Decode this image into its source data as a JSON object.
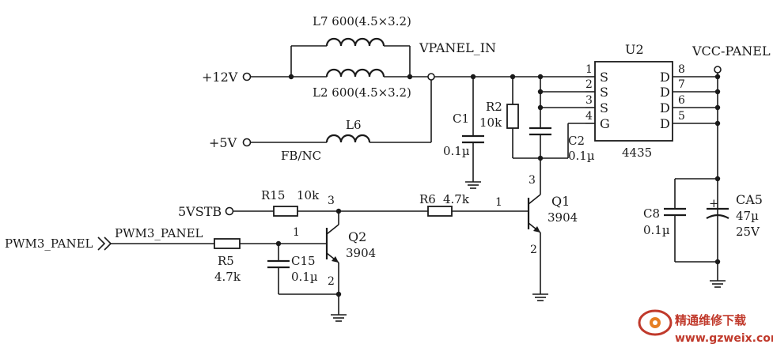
{
  "labels": {
    "l7": "L7  600(4.5×3.2)",
    "l2": "L2  600(4.5×3.2)",
    "l6": "L6",
    "fbnc": "FB/NC",
    "p12v": "+12V",
    "p5v": "+5V",
    "vpanel_in": "VPANEL_IN",
    "vcc_panel": "VCC-PANEL",
    "u2": "U2",
    "u2_part": "4435",
    "c1": "C1",
    "c1_val": "0.1µ",
    "r2": "R2",
    "r2_val": "10k",
    "c2": "C2",
    "c2_val": "0.1µ",
    "q1": "Q1",
    "q1_part": "3904",
    "q2": "Q2",
    "q2_part": "3904",
    "r6": "R6",
    "r6_val": "4.7k",
    "r15": "R15",
    "r15_val": "10k",
    "r5": "R5",
    "r5_val": "4.7k",
    "c15": "C15",
    "c15_val": "0.1µ",
    "c8": "C8",
    "c8_val": "0.1µ",
    "ca5": "CA5",
    "ca5_val": "47µ",
    "ca5_volt": "25V",
    "vstb": "5VSTB",
    "pwm_port": "PWM3_PANEL",
    "pwm_net": "PWM3_PANEL",
    "plus": "+"
  },
  "pins": {
    "u2_1": "1",
    "u2_2": "2",
    "u2_3": "3",
    "u2_4": "4",
    "u2_5": "5",
    "u2_6": "6",
    "u2_7": "7",
    "u2_8": "8",
    "u2_s1": "S",
    "u2_s2": "S",
    "u2_s3": "S",
    "u2_g": "G",
    "u2_d1": "D",
    "u2_d2": "D",
    "u2_d3": "D",
    "u2_d4": "D",
    "q1_1": "1",
    "q1_2": "2",
    "q1_3": "3",
    "q2_1": "1",
    "q2_2": "2",
    "q2_3": "3"
  },
  "watermark": {
    "brand": "精通维修下载",
    "url": "www.gzweix.com"
  }
}
